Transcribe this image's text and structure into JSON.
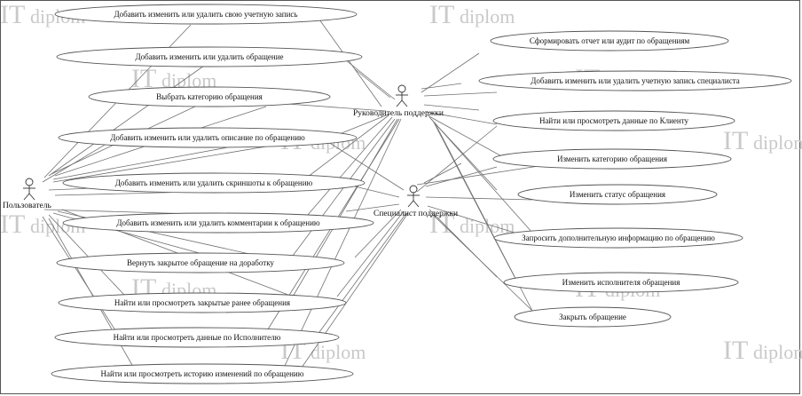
{
  "watermark": {
    "big": "IT",
    "small": "diplom"
  },
  "actors": {
    "user": "Пользователь",
    "manager": "Руководитель поддержки",
    "specialist": "Специалист поддержки"
  },
  "left_use_cases": [
    "Добавить изменить или удалить свою учетную запись",
    "Добавить изменить или удалить обращение",
    "Выбрать категорию обращения",
    "Добавить изменить или удалить описание по обращению",
    "Добавить изменить или удалить скриншоты к обращению",
    "Добавить изменить или удалить комментарии к обращению",
    "Вернуть закрытое обращение на доработку",
    "Найти или просмотреть закрытые ранее обращения",
    "Найти или просмотреть данные по Исполнителю",
    "Найти или просмотреть историю изменений по обращению"
  ],
  "right_use_cases": [
    "Сформировать отчет или аудит по обращениям",
    "Добавить изменить или удалить учетную запись специалиста",
    "Найти или просмотреть данные по Клиенту",
    "Изменить категорию обращения",
    "Изменить статус обращения",
    "Запросить дополнительную информацию по обращению",
    "Изменить исполнителя обращения",
    "Закрыть обращение"
  ]
}
